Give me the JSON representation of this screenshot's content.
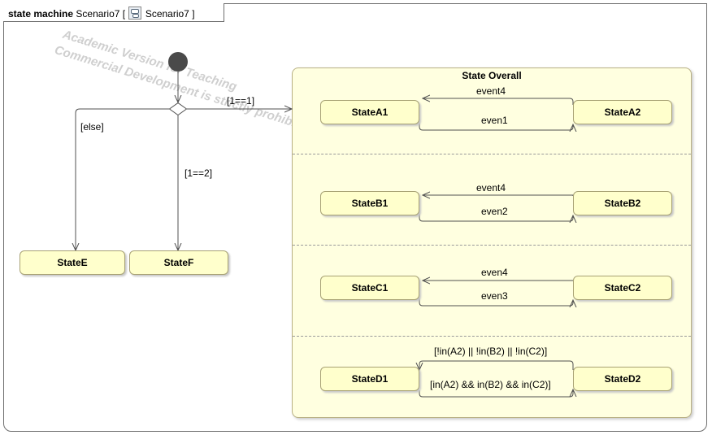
{
  "frame": {
    "keyword": "state  machine",
    "name": "Scenario7",
    "open_bracket": "[",
    "icon": "state-machine-diagram-icon",
    "diagram_name": "Scenario7",
    "close_bracket": "]"
  },
  "watermark": {
    "line1": "Academic Version for Teaching",
    "line2": "Commercial Development is strictly prohibited"
  },
  "guards": {
    "else": "[else]",
    "one_eq_one": "[1==1]",
    "one_eq_two": "[1==2]"
  },
  "states": {
    "e": "StateE",
    "f": "StateF"
  },
  "composite": {
    "title": "State Overall",
    "regions": [
      {
        "left": "StateA1",
        "right": "StateA2",
        "top_label": "event4",
        "bottom_label": "even1"
      },
      {
        "left": "StateB1",
        "right": "StateB2",
        "top_label": "event4",
        "bottom_label": "even2"
      },
      {
        "left": "StateC1",
        "right": "StateC2",
        "top_label": "even4",
        "bottom_label": "even3"
      },
      {
        "left": "StateD1",
        "right": "StateD2",
        "top_label": "[!in(A2) || !in(B2) || !in(C2)]",
        "bottom_label": "[in(A2) && in(B2) && in(C2)]"
      }
    ]
  },
  "colors": {
    "state_fill": "#ffffcc",
    "composite_fill": "#ffffe0",
    "line": "#505050"
  }
}
